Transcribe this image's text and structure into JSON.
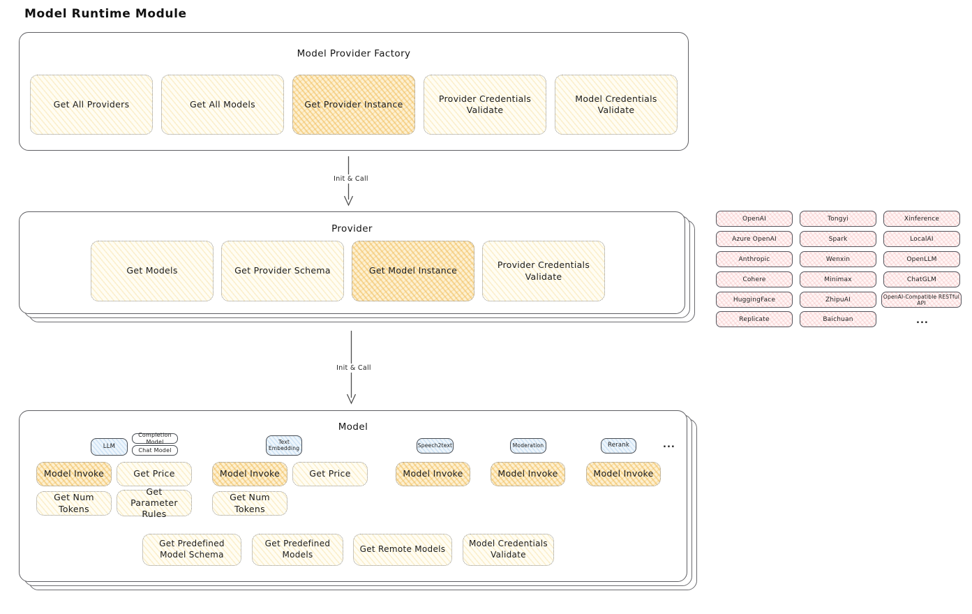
{
  "page_title": "Model Runtime Module",
  "factory": {
    "title": "Model Provider Factory",
    "buttons": [
      {
        "label": "Get All Providers"
      },
      {
        "label": "Get All Models"
      },
      {
        "label": "Get Provider Instance"
      },
      {
        "label": "Provider Credentials Validate"
      },
      {
        "label": "Model Credentials Validate"
      }
    ]
  },
  "arrows": [
    {
      "label": "Init & Call"
    },
    {
      "label": "Init & Call"
    }
  ],
  "provider": {
    "title": "Provider",
    "buttons": [
      {
        "label": "Get Models"
      },
      {
        "label": "Get Provider Schema"
      },
      {
        "label": "Get Model Instance"
      },
      {
        "label": "Provider Credentials Validate"
      }
    ]
  },
  "providers_list": {
    "items": [
      "OpenAI",
      "Tongyi",
      "Xinference",
      "Azure OpenAI",
      "Spark",
      "LocalAI",
      "Anthropic",
      "Wenxin",
      "OpenLLM",
      "Cohere",
      "Minimax",
      "ChatGLM",
      "HuggingFace",
      "ZhipuAI",
      "OpenAI-Compatible RESTful API",
      "Replicate",
      "Baichuan"
    ],
    "more": "..."
  },
  "model": {
    "title": "Model",
    "tags": {
      "llm": "LLM",
      "completion_model": "Completion Model",
      "chat_model": "Chat Model",
      "text_embedding": "Text Embedding",
      "speech2text": "Speech2text",
      "moderation": "Moderation",
      "rerank": "Rerank",
      "more": "..."
    },
    "buttons": {
      "model_invoke": "Model Invoke",
      "get_price": "Get Price",
      "get_num_tokens": "Get Num Tokens",
      "get_parameter_rules": "Get Parameter Rules",
      "get_predefined_model_schema": "Get Predefined Model Schema",
      "get_predefined_models": "Get Predefined Models",
      "get_remote_models": "Get Remote Models",
      "model_credentials_validate": "Model Credentials Validate"
    }
  },
  "colors": {
    "highlight_fill": "#f6d488",
    "yellow_fill": "#fffbea",
    "pink_fill": "#ffecec",
    "blue_fill": "#e9f3fb",
    "border": "#5e5e62"
  }
}
